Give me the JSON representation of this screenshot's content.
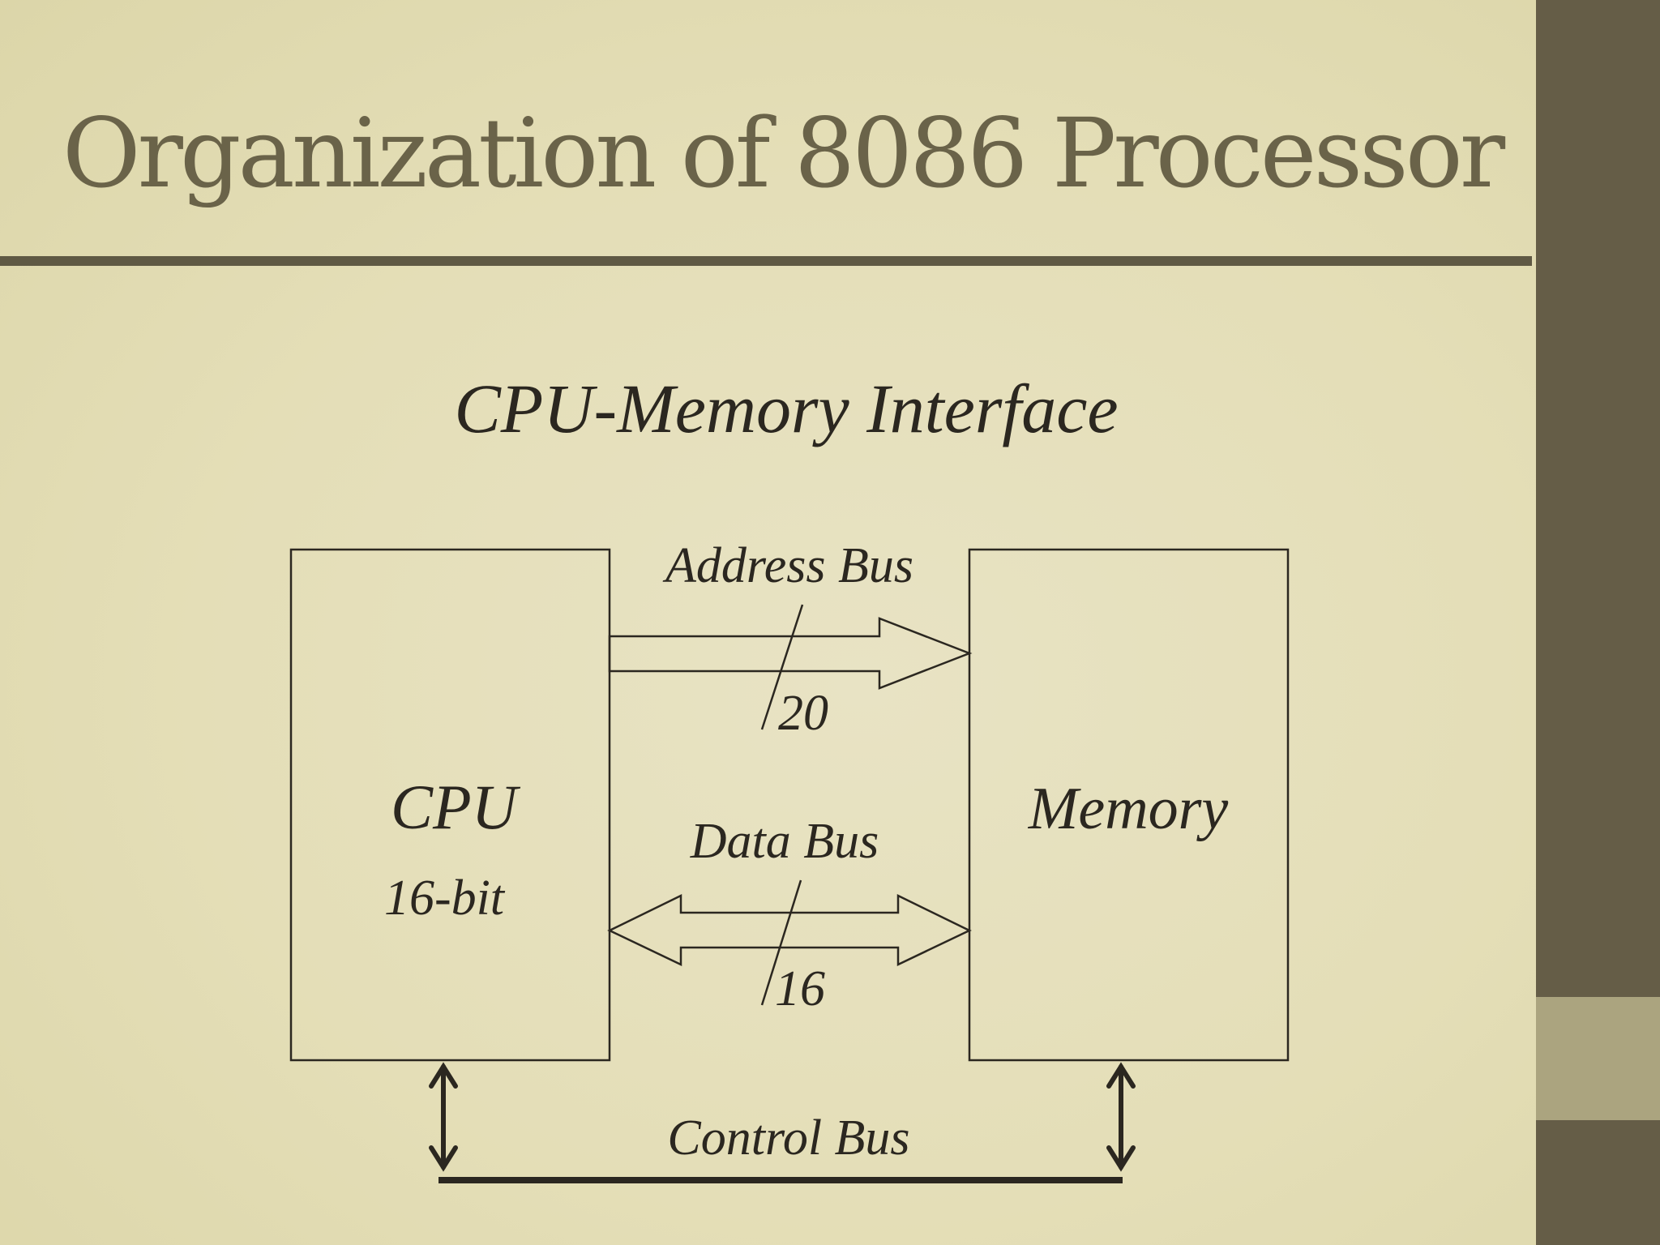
{
  "slide": {
    "title": "Organization of 8086 Processor"
  },
  "diagram": {
    "heading": "CPU-Memory Interface",
    "cpu_box": {
      "label": "CPU",
      "sublabel": "16-bit"
    },
    "memory_box": {
      "label": "Memory"
    },
    "address_bus": {
      "label": "Address Bus",
      "width": "20",
      "direction": "cpu-to-memory"
    },
    "data_bus": {
      "label": "Data Bus",
      "width": "16",
      "direction": "bidirectional"
    },
    "control_bus": {
      "label": "Control Bus",
      "direction": "bidirectional"
    }
  },
  "colors": {
    "background": "#e6e1bb",
    "title": "#6a6349",
    "rule": "#5f5944",
    "side_bar": "#655d47",
    "side_accent": "#aba47f",
    "ink": "#2b2720"
  }
}
